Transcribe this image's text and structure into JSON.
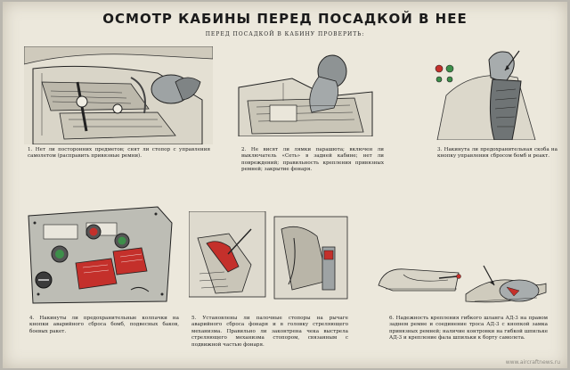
{
  "header": {
    "title": "ОСМОТР КАБИНЫ ПЕРЕД ПОСАДКОЙ В НЕЕ",
    "subtitle": "ПЕРЕД ПОСАДКОЙ В КАБИНУ ПРОВЕРИТЬ:"
  },
  "captions": [
    "1. Нет ли посторонних предметов; снят ли стопор с управления самолетом (расправить привязные ремни).",
    "2. Не висят ли лямки парашюта; включен ли выключатель «Сеть» в задней кабине; нет ли повреждений; правильность крепления привязных ремней; закрытие фонаря.",
    "3. Накинута ли предохранительная скоба на кнопку управления сбросом бомб и реакт.",
    "4. Накинуты ли предохранительные колпачки на кнопки аварийного сброса бомб, подвесных баков, боевых ракет.",
    "5. Установлены ли палочные стопоры на рычаге аварийного сброса фонаря и в головку стреляющего механизма. Правильно ли законтрена чека выстрела стреляющего механизма стопором, связанным с подвижной частью фонаря.",
    "6. Надежность крепления гибкого шланга АД-3 на правом заднем ремне и соединение троса АД-3 с кнопкой замка привязных ремней; наличие контровки на гибкой шпильке АД-3 и крепление фала шпильки к борту самолета."
  ],
  "watermark": "www.aircraftnews.ru",
  "colors": {
    "paper": "#ece8dc",
    "ink": "#1b1b1b",
    "accent_red": "#c4302b",
    "accent_green": "#3d8f4a",
    "metal": "#9ea3a4"
  }
}
